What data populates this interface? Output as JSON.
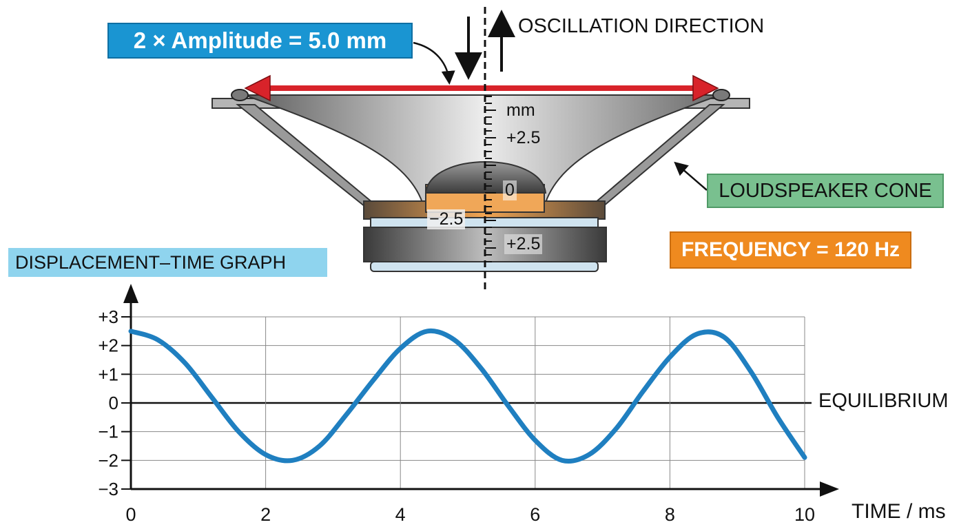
{
  "labels": {
    "amplitude": "2 × Amplitude = 5.0 mm",
    "oscillation": "OSCILLATION DIRECTION",
    "cone": "LOUDSPEAKER CONE",
    "frequency": "FREQUENCY = 120 Hz",
    "graph_title": "DISPLACEMENT–TIME GRAPH",
    "equilibrium": "EQUILIBRIUM",
    "time_axis": "TIME / ms"
  },
  "scale": {
    "unit": "mm",
    "marks": [
      "+2.5",
      "0",
      "−2.5",
      "+2.5"
    ]
  },
  "colors": {
    "amp_box": "#1a95d2",
    "cone_box": "#79c08f",
    "freq_box": "#ef8a1f",
    "graph_box": "#8fd4ee",
    "curve": "#1f7fc0",
    "red_arrow": "#d8232a",
    "magnet": "#e38a2c"
  },
  "chart_data": {
    "type": "line",
    "x_ticks": [
      "0",
      "2",
      "4",
      "6",
      "8",
      "10"
    ],
    "y_ticks": [
      "+3",
      "+2",
      "+1",
      "0",
      "−1",
      "−2",
      "−3"
    ],
    "xlim": [
      0,
      10
    ],
    "ylim": [
      -3,
      3
    ],
    "grid": true,
    "series": [
      {
        "x": [
          0,
          0.4,
          0.8,
          1.2,
          1.6,
          2.0,
          2.4,
          2.8,
          3.2,
          3.6,
          4.0,
          4.4,
          4.8,
          5.2,
          5.6,
          6.0,
          6.4,
          6.8,
          7.2,
          7.6,
          8.0,
          8.4,
          8.8,
          9.2,
          9.6,
          10.0
        ],
        "y": [
          2.5,
          2.2,
          1.4,
          0.2,
          -1.0,
          -1.8,
          -2.0,
          -1.5,
          -0.4,
          0.8,
          1.9,
          2.5,
          2.2,
          1.2,
          -0.1,
          -1.3,
          -2.0,
          -1.8,
          -0.9,
          0.4,
          1.6,
          2.4,
          2.3,
          1.1,
          -0.5,
          -1.9
        ]
      }
    ]
  }
}
